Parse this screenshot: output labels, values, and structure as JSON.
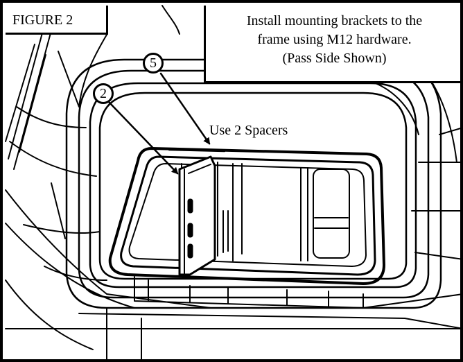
{
  "figure_label": "FIGURE 2",
  "instruction": {
    "line1": "Install mounting brackets to the",
    "line2": "frame using M12 hardware.",
    "line3": "(Pass Side Shown)"
  },
  "callouts": [
    {
      "number": "5"
    },
    {
      "number": "2"
    }
  ],
  "note": "Use 2 Spacers"
}
